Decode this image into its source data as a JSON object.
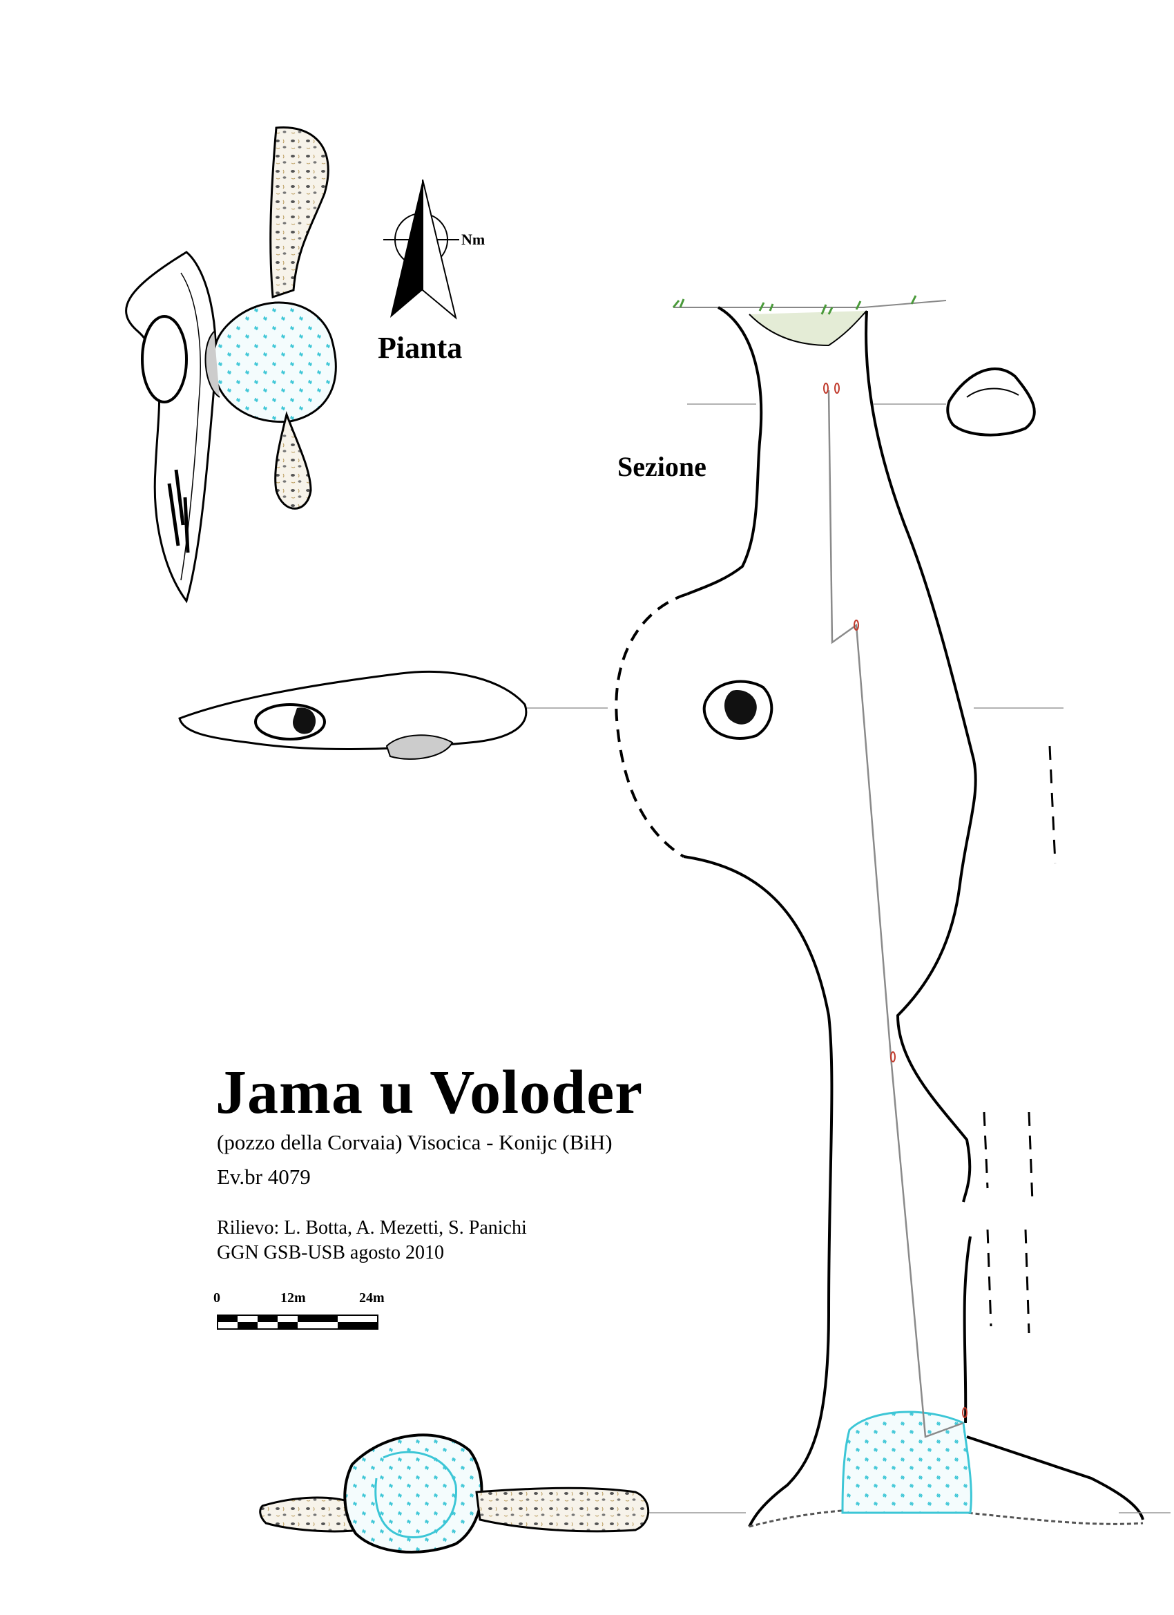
{
  "labels": {
    "pianta": "Pianta",
    "sezione": "Sezione",
    "north": "Nm"
  },
  "title_block": {
    "title": "Jama u Voloder",
    "subtitle": "(pozzo della Corvaia)  Visocica - Konijc  (BiH)",
    "registry": "Ev.br 4079",
    "survey": "Rilievo: L. Botta, A. Mezetti, S. Panichi",
    "group": "GGN GSB-USB agosto 2010"
  },
  "scale_bar": {
    "ticks": [
      "0",
      "12m",
      "24m"
    ]
  },
  "colors": {
    "outline": "#000000",
    "water": "#3cc6d6",
    "rope": "#8a8a8a",
    "anchor": "#c0392b",
    "vegetation": "#4a9a3a"
  }
}
